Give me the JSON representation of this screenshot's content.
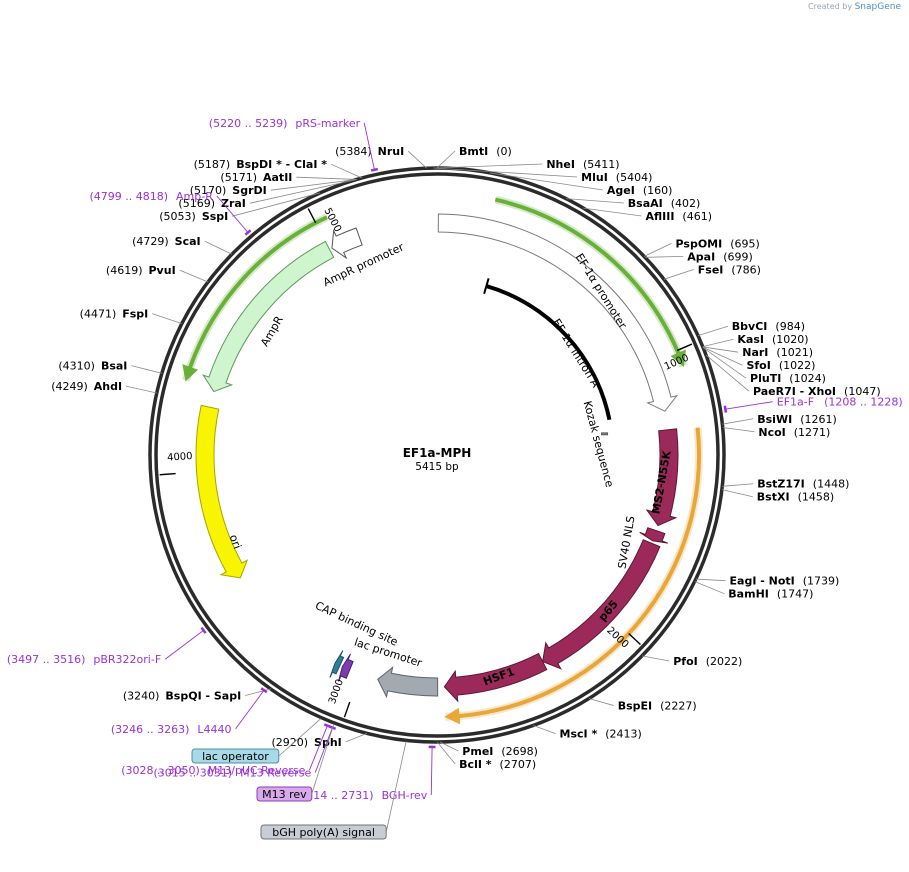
{
  "credit": {
    "prefix": "Created by",
    "brand": "SnapGene"
  },
  "plasmid": {
    "name": "EF1a-MPH",
    "size_label": "5415 bp",
    "length": 5415
  },
  "ticks": [
    {
      "pos": 1000,
      "label": "1000"
    },
    {
      "pos": 2000,
      "label": "2000"
    },
    {
      "pos": 3000,
      "label": "3000"
    },
    {
      "pos": 4000,
      "label": "4000"
    },
    {
      "pos": 5000,
      "label": "5000"
    }
  ],
  "sites": [
    {
      "pos": 5384,
      "name": "NruI",
      "num": "(5384)",
      "side": "left"
    },
    {
      "pos": 5404,
      "name": "MluI",
      "num": "(5404)",
      "side": "right"
    },
    {
      "pos": 5411,
      "name": "NheI",
      "num": "(5411)",
      "side": "right"
    },
    {
      "pos": 0,
      "name": "BmtI",
      "num": "(0)",
      "side": "right"
    },
    {
      "pos": 160,
      "name": "AgeI",
      "num": "(160)",
      "side": "right"
    },
    {
      "pos": 402,
      "name": "BsaAI",
      "num": "(402)",
      "side": "right"
    },
    {
      "pos": 461,
      "name": "AflIII",
      "num": "(461)",
      "side": "right"
    },
    {
      "pos": 695,
      "name": "PspOMI",
      "num": "(695)",
      "side": "right"
    },
    {
      "pos": 699,
      "name": "ApaI",
      "num": "(699)",
      "side": "right"
    },
    {
      "pos": 786,
      "name": "FseI",
      "num": "(786)",
      "side": "right"
    },
    {
      "pos": 984,
      "name": "BbvCI",
      "num": "(984)",
      "side": "right"
    },
    {
      "pos": 1020,
      "name": "KasI",
      "num": "(1020)",
      "side": "right"
    },
    {
      "pos": 1021,
      "name": "NarI",
      "num": "(1021)",
      "side": "right"
    },
    {
      "pos": 1022,
      "name": "SfoI",
      "num": "(1022)",
      "side": "right"
    },
    {
      "pos": 1024,
      "name": "PluTI",
      "num": "(1024)",
      "side": "right"
    },
    {
      "pos": 1047,
      "name": "PaeR7I  - XhoI",
      "num": "(1047)",
      "side": "right"
    },
    {
      "pos": 1261,
      "name": "BsiWI",
      "num": "(1261)",
      "side": "right"
    },
    {
      "pos": 1271,
      "name": "NcoI",
      "num": "(1271)",
      "side": "right"
    },
    {
      "pos": 1448,
      "name": "BstZ17I",
      "num": "(1448)",
      "side": "right"
    },
    {
      "pos": 1458,
      "name": "BstXI",
      "num": "(1458)",
      "side": "right"
    },
    {
      "pos": 1739,
      "name": "EagI   - NotI",
      "num": "(1739)",
      "side": "right"
    },
    {
      "pos": 1747,
      "name": "BamHI",
      "num": "(1747)",
      "side": "right"
    },
    {
      "pos": 2022,
      "name": "PfoI",
      "num": "(2022)",
      "side": "right"
    },
    {
      "pos": 2227,
      "name": "BspEI",
      "num": "(2227)",
      "side": "right"
    },
    {
      "pos": 2413,
      "name": "MscI *",
      "num": "(2413)",
      "side": "right"
    },
    {
      "pos": 2698,
      "name": "PmeI",
      "num": "(2698)",
      "side": "right"
    },
    {
      "pos": 2707,
      "name": "BclI *",
      "num": "(2707)",
      "side": "right"
    },
    {
      "pos": 2920,
      "name": "SphI",
      "num": "(2920)",
      "side": "left"
    },
    {
      "pos": 3240,
      "name": "BspQI  - SapI",
      "num": "(3240)",
      "side": "left"
    },
    {
      "pos": 4249,
      "name": "AhdI",
      "num": "(4249)",
      "side": "left"
    },
    {
      "pos": 4310,
      "name": "BsaI",
      "num": "(4310)",
      "side": "left"
    },
    {
      "pos": 4471,
      "name": "FspI",
      "num": "(4471)",
      "side": "left"
    },
    {
      "pos": 4619,
      "name": "PvuI",
      "num": "(4619)",
      "side": "left"
    },
    {
      "pos": 4729,
      "name": "ScaI",
      "num": "(4729)",
      "side": "left"
    },
    {
      "pos": 5053,
      "name": "SspI",
      "num": "(5053)",
      "side": "left"
    },
    {
      "pos": 5169,
      "name": "ZraI",
      "num": "(5169)",
      "side": "left"
    },
    {
      "pos": 5170,
      "name": "SgrDI",
      "num": "(5170)",
      "side": "left"
    },
    {
      "pos": 5171,
      "name": "AatII",
      "num": "(5171)",
      "side": "left"
    },
    {
      "pos": 5187,
      "name": "BspDI *  - ClaI *",
      "num": "(5187)",
      "side": "left"
    }
  ],
  "primers": [
    {
      "pos": 5229,
      "name": "pRS-marker",
      "num": "(5220 .. 5239)",
      "side": "left"
    },
    {
      "pos": 4808,
      "name": "Amp-R",
      "num": "(4799 .. 4818)",
      "side": "left"
    },
    {
      "pos": 1218,
      "name": "EF1a-F",
      "num": "(1208 .. 1228)",
      "side": "right"
    },
    {
      "pos": 3506,
      "name": "pBR322ori-F",
      "num": "(3497 .. 3516)",
      "side": "left"
    },
    {
      "pos": 3254,
      "name": "L4440",
      "num": "(3246 .. 3263)",
      "side": "left"
    },
    {
      "pos": 3039,
      "name": "M13/pUC Reverse",
      "num": "(3028 .. 3050)",
      "side": "left"
    },
    {
      "pos": 3023,
      "name": "M13 Reverse",
      "num": "(3015 .. 3031)",
      "side": "left"
    },
    {
      "pos": 2722,
      "name": "BGH-rev",
      "num": "(2714 .. 2731)",
      "side": "left"
    }
  ],
  "boxed_labels": [
    {
      "name": "lac operator",
      "pos": 3065,
      "fill": "#a9d8e6",
      "stroke": "#4a90a8"
    },
    {
      "name": "M13 rev",
      "pos": 3023,
      "fill": "#d9a9ec",
      "stroke": "#8a3cb0"
    },
    {
      "name": "bGH poly(A) signal",
      "pos": 2800,
      "fill": "#c8cdd3",
      "stroke": "#6d747c"
    }
  ],
  "features": [
    {
      "name": "EF-1α promoter",
      "start": 5,
      "end": 1190,
      "color": "#ffffff",
      "stroke": "#7a7a7a",
      "ring": 4
    },
    {
      "name": "EF-1α intron A",
      "start": 245,
      "end": 1180,
      "color": "#000000",
      "type": "line"
    },
    {
      "name": "Kozak sequence",
      "start": 1240,
      "end": 1254,
      "color": "#8c8c8c",
      "type": "small"
    },
    {
      "name": "MS2-N55K",
      "start": 1260,
      "end": 1620,
      "color": "#9b2a5a",
      "stroke": "#5e1736",
      "ring": 4
    },
    {
      "name": "SV40 NLS",
      "start": 1640,
      "end": 1680,
      "color": "#9b2a5a",
      "stroke": "#5e1736",
      "ring": 4
    },
    {
      "name": "p65",
      "start": 1690,
      "end": 2300,
      "color": "#9b2a5a",
      "stroke": "#5e1736",
      "ring": 4
    },
    {
      "name": "HSF1",
      "start": 2300,
      "end": 2680,
      "color": "#9b2a5a",
      "stroke": "#5e1736",
      "ring": 4
    },
    {
      "name": "bGH poly(A)",
      "start": 2705,
      "end": 2930,
      "color": "#a3a9b1",
      "stroke": "#5d636a",
      "ring": 4
    },
    {
      "name": "lac promoter",
      "start": 3040,
      "end": 3070,
      "color": "#7a3cb0",
      "stroke": "#4a1f70",
      "ring": 4
    },
    {
      "name": "CAP binding site",
      "start": 3080,
      "end": 3100,
      "color": "#2e7d9a",
      "stroke": "#1d5063",
      "ring": 4
    },
    {
      "name": "ori",
      "start": 3580,
      "end": 4240,
      "color": "#f9f500",
      "stroke": "#a8a400",
      "ring": 3
    },
    {
      "name": "AmpR",
      "start": 4300,
      "end": 5000,
      "color": "#cff5cf",
      "stroke": "#5a9a5a",
      "ring": 3
    },
    {
      "name": "AmpR promoter",
      "start": 5010,
      "end": 5120,
      "color": "#ffffff",
      "stroke": "#555555",
      "ring": 3
    }
  ],
  "orfs": [
    {
      "start": 195,
      "end": 1055,
      "color": "#5eaa2a",
      "ring": 1
    },
    {
      "start": 1265,
      "end": 2680,
      "color": "#e8a02a",
      "ring": 1
    },
    {
      "start": 4310,
      "end": 5040,
      "color": "#5eaa2a",
      "ring": 1
    }
  ]
}
